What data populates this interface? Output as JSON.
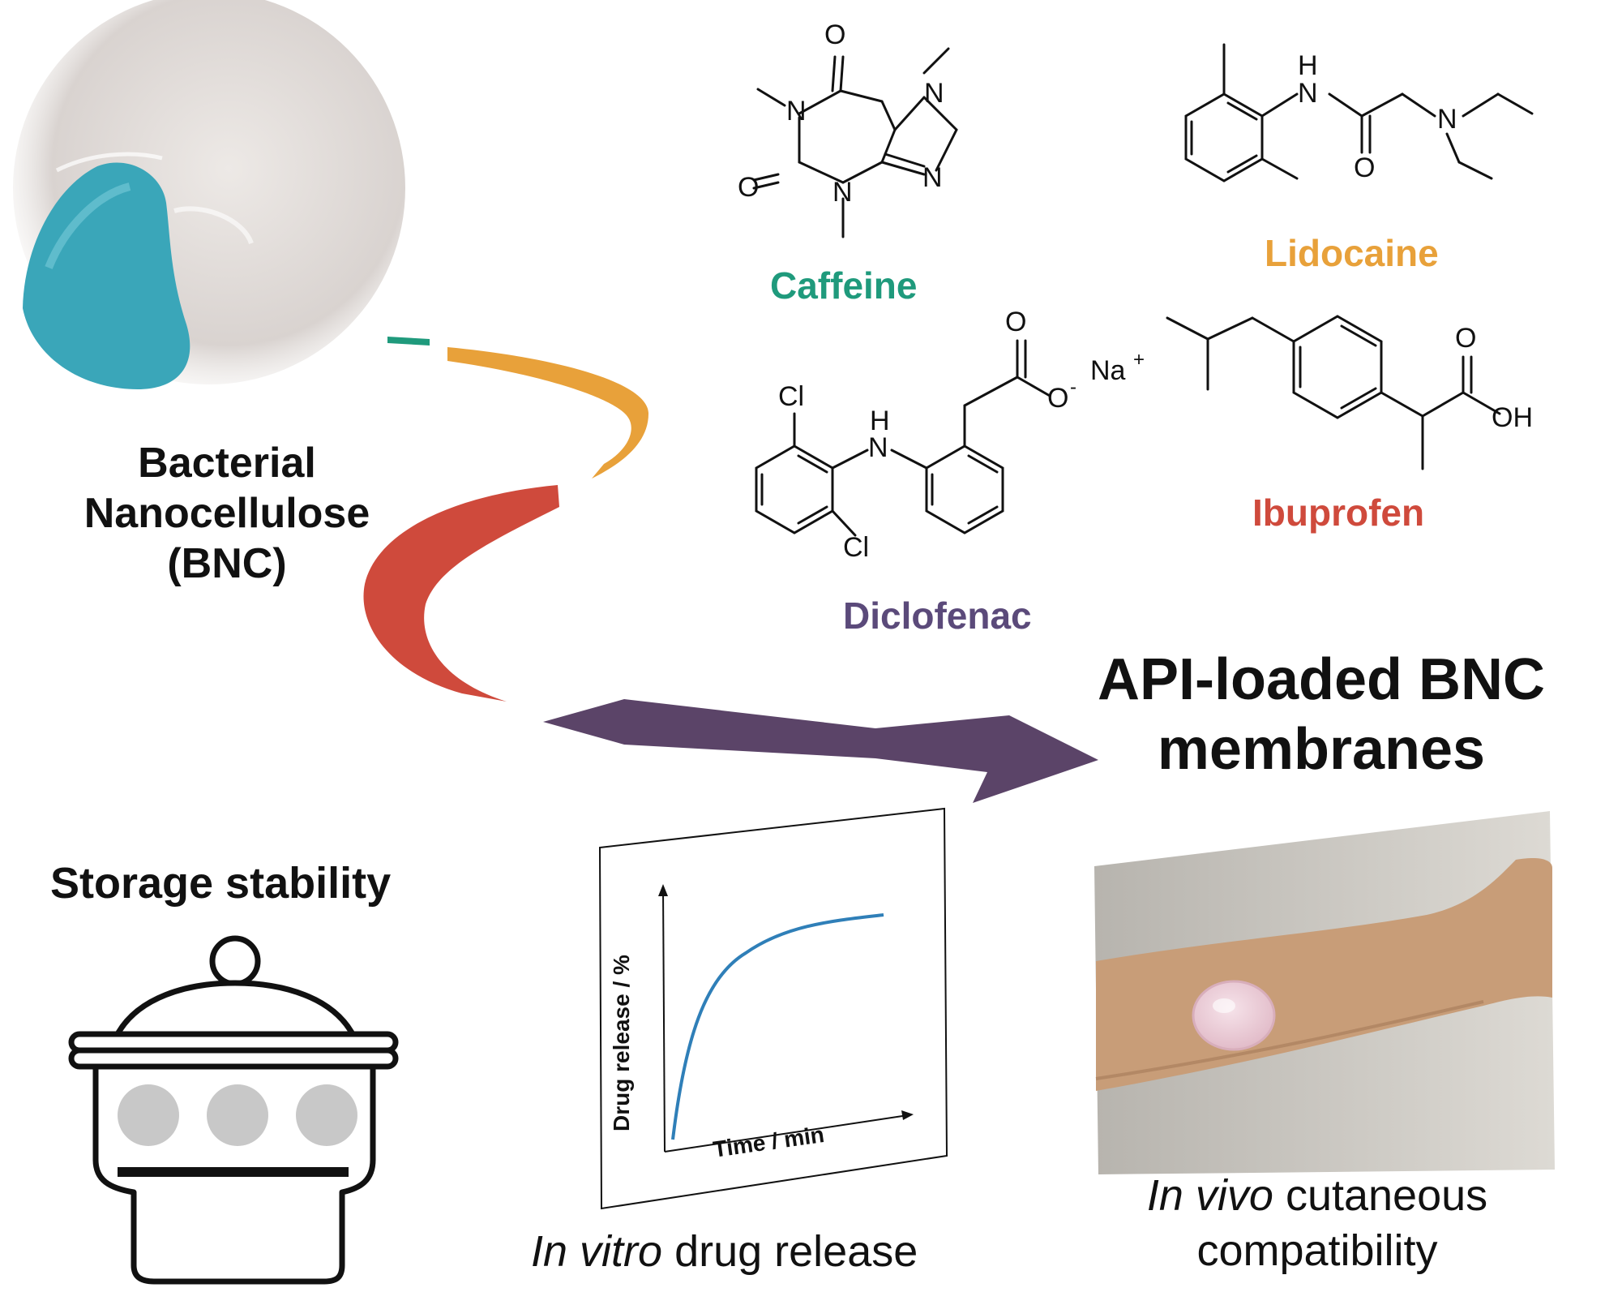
{
  "bnc": {
    "line1": "Bacterial",
    "line2": "Nanocellulose",
    "line3": "(BNC)"
  },
  "drugs": {
    "caffeine": {
      "name": "Caffeine",
      "color": "#1f9a7c"
    },
    "lidocaine": {
      "name": "Lidocaine",
      "color": "#e8a13a"
    },
    "diclofenac": {
      "name": "Diclofenac",
      "color": "#5b4a7a"
    },
    "ibuprofen": {
      "name": "Ibuprofen",
      "color": "#cf4a3c"
    }
  },
  "atoms": {
    "O": "O",
    "N": "N",
    "H": "H",
    "Cl": "Cl",
    "Na": "Na",
    "OH": "OH",
    "minus": "-",
    "plus": "+"
  },
  "product": {
    "line1": "API-loaded BNC",
    "line2": "membranes"
  },
  "storage": {
    "title": "Storage stability"
  },
  "release": {
    "title_em": "In vitro",
    "title_rest": " drug release",
    "ylabel": "Drug release / %",
    "xlabel": "Time / min"
  },
  "vivo": {
    "line1_em": "In vivo",
    "line1_rest": " cutaneous",
    "line2": "compatibility"
  },
  "colors": {
    "teal": "#1f9a7c",
    "orange": "#e8a13a",
    "red": "#cf4a3c",
    "purple": "#5b4468",
    "curve": "#2f7fb8",
    "glove": "#3aa6b9",
    "skin": "#c89d78",
    "grey": "#c8c8c8"
  }
}
